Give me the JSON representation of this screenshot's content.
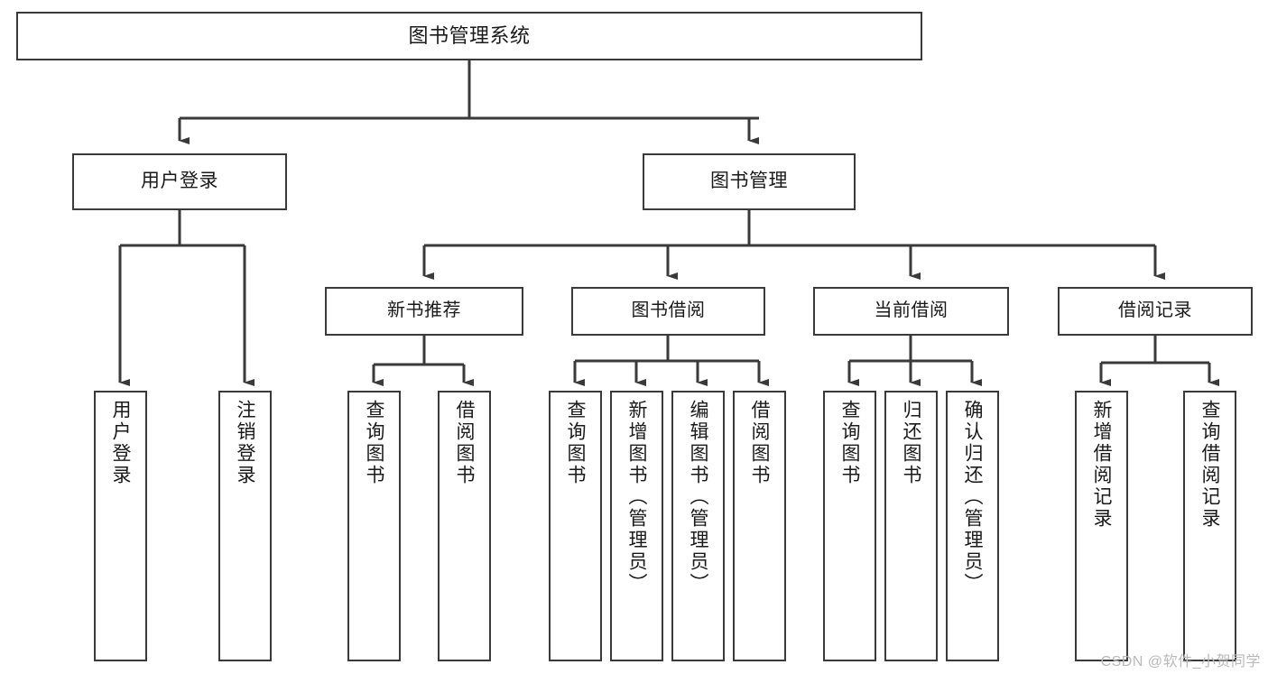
{
  "diagram": {
    "title": "图书管理系统",
    "watermark": "CSDN @软件_小贺同学",
    "colors": {
      "stroke": "#3a3a3a",
      "background": "#ffffff",
      "text": "#1a1a1a",
      "watermark": "#b9b9b9"
    },
    "levels": {
      "root": {
        "label": "图书管理系统"
      },
      "level2": [
        {
          "id": "user-login",
          "label": "用户登录"
        },
        {
          "id": "book-management",
          "label": "图书管理"
        }
      ],
      "level3": [
        {
          "id": "new-book-recommend",
          "label": "新书推荐"
        },
        {
          "id": "book-borrow",
          "label": "图书借阅"
        },
        {
          "id": "current-borrow",
          "label": "当前借阅"
        },
        {
          "id": "borrow-record",
          "label": "借阅记录"
        }
      ],
      "leaves": {
        "user-login": [
          {
            "id": "leaf-user-login",
            "label": "用户登录"
          },
          {
            "id": "leaf-logout",
            "label": "注销登录"
          }
        ],
        "new-book-recommend": [
          {
            "id": "leaf-query-book-1",
            "label": "查询图书"
          },
          {
            "id": "leaf-borrow-book-1",
            "label": "借阅图书"
          }
        ],
        "book-borrow": [
          {
            "id": "leaf-query-book-2",
            "label": "查询图书"
          },
          {
            "id": "leaf-add-book",
            "label": "新增图书（管理员）"
          },
          {
            "id": "leaf-edit-book",
            "label": "编辑图书（管理员）"
          },
          {
            "id": "leaf-borrow-book-2",
            "label": "借阅图书"
          }
        ],
        "current-borrow": [
          {
            "id": "leaf-query-book-3",
            "label": "查询图书"
          },
          {
            "id": "leaf-return-book",
            "label": "归还图书"
          },
          {
            "id": "leaf-confirm-return",
            "label": "确认归还（管理员）"
          }
        ],
        "borrow-record": [
          {
            "id": "leaf-add-record",
            "label": "新增借阅记录"
          },
          {
            "id": "leaf-query-record",
            "label": "查询借阅记录"
          }
        ]
      }
    }
  }
}
